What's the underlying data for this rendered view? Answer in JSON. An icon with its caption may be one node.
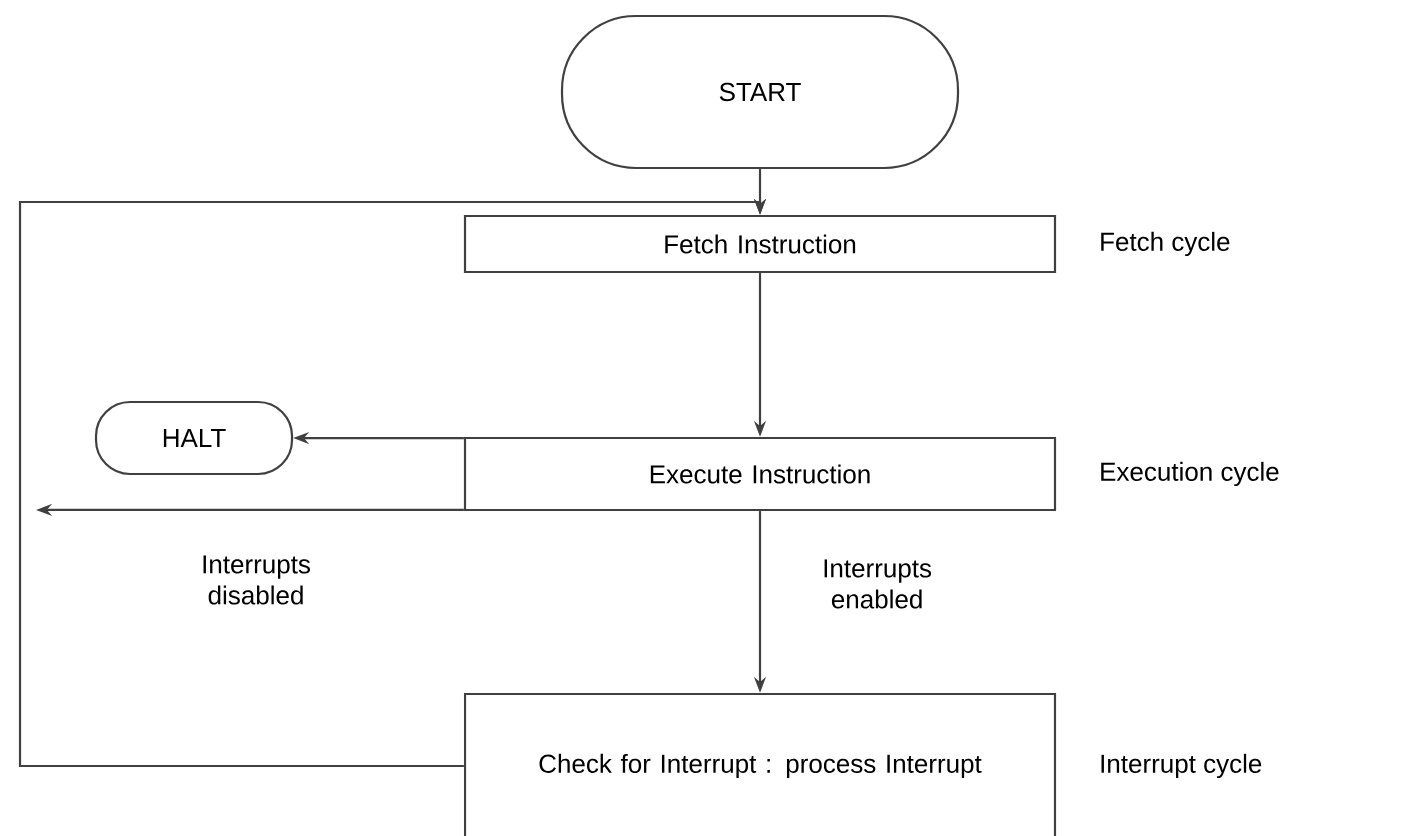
{
  "diagram": {
    "nodes": [
      {
        "text": [
          "START"
        ]
      },
      {
        "text": [
          "Fetch Instruction"
        ],
        "beside": [
          "Fetch cycle"
        ]
      },
      {
        "text": [
          "HALT"
        ]
      },
      {
        "text": [
          "Execute Instruction"
        ],
        "beside": [
          "Execution cycle"
        ]
      },
      {
        "text": [
          "Check for Interrupt : process Interrupt"
        ],
        "beside": [
          "Interrupt cycle"
        ]
      }
    ],
    "edges": [
      {
        "from": 0,
        "to": 1,
        "arrow": "to"
      },
      {
        "from": 1,
        "to": 3,
        "arrow": "to"
      },
      {
        "from": 3,
        "to": 2,
        "arrow": "to"
      },
      {
        "from": 3,
        "to": null,
        "arrow": "to",
        "label": "Interrupts disabled"
      },
      {
        "from": 3,
        "to": 4,
        "arrow": "to",
        "label": "Interrupts enabled"
      },
      {
        "from": 4,
        "to": 1,
        "arrow": "to"
      }
    ]
  }
}
